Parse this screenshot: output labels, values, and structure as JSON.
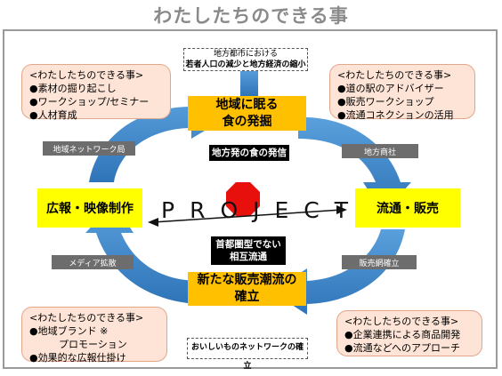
{
  "title": "わたしたちのできる事",
  "top_note": {
    "line1": "地方都市における",
    "line2": "若者人口の減少と地方経済の縮小"
  },
  "bottom_note": "おいしいものネットワークの確立",
  "center_top": {
    "line1": "地域に眠る",
    "line2": "食の発掘"
  },
  "center_bottom": {
    "line1": "新たな販売潮流の",
    "line2": "確立"
  },
  "left_box": "広報・映像制作",
  "right_box": "流通・販売",
  "black_top": "地方発の食の発信",
  "black_bottom": {
    "line1": "首都圏型でない",
    "line2": "相互流通"
  },
  "project": "PROJECT",
  "gray_labels": {
    "top_left": "地域ネットワーク局",
    "top_right": "地方商社",
    "bottom_left": "メディア拡散",
    "bottom_right": "販売網確立"
  },
  "panels": {
    "top_left": {
      "heading": "<わたしたちのできる事>",
      "items": [
        "●素材の掘り起こし",
        "●ワークショップ/セミナー",
        "●人材育成"
      ]
    },
    "top_right": {
      "heading": "<わたしたちのできる事>",
      "items": [
        "●道の駅のアドバイザー",
        "●販売ワークショップ",
        "●流通コネクションの活用"
      ]
    },
    "bottom_left": {
      "heading": "<わたしたちのできる事>",
      "items": [
        "●地域ブランド ※",
        "　　　プロモーション",
        "●効果的な広報仕掛け"
      ]
    },
    "bottom_right": {
      "heading": "<わたしたちのできる事>",
      "items": [
        "●企業連携による商品開発",
        "●流通などへのアプローチ"
      ]
    }
  },
  "colors": {
    "arrow_blue": "#3d86c8",
    "orange": "#ffc000",
    "yellow": "#ffff00",
    "stop_red": "#e8100c",
    "pink": "#fde4d6"
  }
}
